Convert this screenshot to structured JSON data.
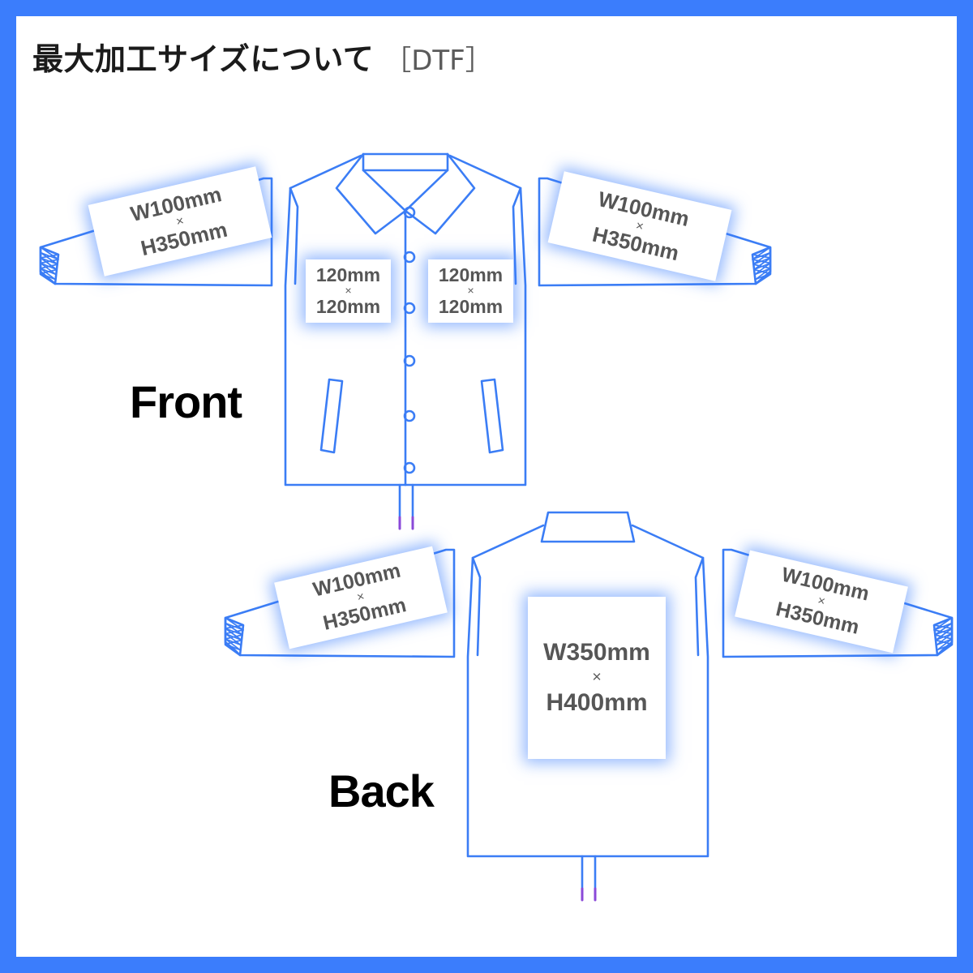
{
  "page": {
    "title_main": "最大加工サイズについて",
    "title_tag": "［DTF］",
    "frame_color": "#3b7dfc",
    "line_color": "#3b7df5",
    "label_text_color": "#565656",
    "caption_color": "#000000"
  },
  "views": [
    {
      "id": "front",
      "caption": "Front"
    },
    {
      "id": "back",
      "caption": "Back"
    }
  ],
  "print_areas": {
    "front_left_sleeve": {
      "width": "W100mm",
      "sep": "×",
      "height": "H350mm"
    },
    "front_right_sleeve": {
      "width": "W100mm",
      "sep": "×",
      "height": "H350mm"
    },
    "front_chest_left": {
      "width": "120mm",
      "sep": "×",
      "height": "120mm"
    },
    "front_chest_right": {
      "width": "120mm",
      "sep": "×",
      "height": "120mm"
    },
    "back_left_sleeve": {
      "width": "W100mm",
      "sep": "×",
      "height": "H350mm"
    },
    "back_right_sleeve": {
      "width": "W100mm",
      "sep": "×",
      "height": "H350mm"
    },
    "back_center": {
      "width": "W350mm",
      "sep": "×",
      "height": "H400mm"
    }
  }
}
